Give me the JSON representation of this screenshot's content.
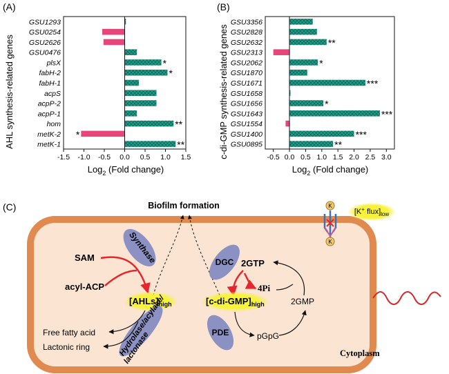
{
  "colors": {
    "up": "#1e9e8a",
    "down": "#e8457a",
    "hatch": "#0d5a4e",
    "cell": "#e08a4f",
    "cell_inner": "#fbe4d2",
    "enzyme": "#8c91c4",
    "highlight": "#f7f23a",
    "arrow_red": "#e5262b",
    "wave": "#d8262b"
  },
  "panel_a": {
    "label": "(A)",
    "ylabel": "AHL synthesis-related genes",
    "xlabel_base": "Log",
    "xlabel_sub": "2",
    "xlabel_rest": " (Fold change)"
  },
  "panel_b": {
    "label": "(B)",
    "ylabel": "c-di-GMP synthesis-related genes",
    "xlabel_base": "Log",
    "xlabel_sub": "2",
    "xlabel_rest": " (Fold change)"
  },
  "chart_data": [
    {
      "type": "bar",
      "orientation": "horizontal",
      "categories": [
        "GSU1293",
        "GSU0254",
        "GSU2626",
        "GSU0476",
        "plsX",
        "fabH-2",
        "fabH-1",
        "acpS",
        "acpP-2",
        "acpP-1",
        "hom",
        "metK-2",
        "metK-1"
      ],
      "values": [
        0.03,
        -0.55,
        -0.52,
        0.3,
        0.9,
        1.05,
        0.35,
        0.78,
        0.78,
        0.3,
        1.2,
        -1.07,
        1.25
      ],
      "significance": [
        "",
        "",
        "",
        "",
        "*",
        "*",
        "",
        "",
        "",
        "",
        "**",
        "*",
        "**"
      ],
      "xlim": [
        -1.5,
        1.5
      ],
      "xticks": [
        "-1.5",
        "-1.0",
        "-0.5",
        "0.0",
        "0.5",
        "1.0",
        "1.5"
      ],
      "xlabel": "Log2 (Fold change)",
      "ylabel": "AHL synthesis-related genes"
    },
    {
      "type": "bar",
      "orientation": "horizontal",
      "categories": [
        "GSU3356",
        "GSU2828",
        "GSU2632",
        "GSU2313",
        "GSU2062",
        "GSU1870",
        "GSU1671",
        "GSU1658",
        "GSU1656",
        "GSU1643",
        "GSU1554",
        "GSU1400",
        "GSU0895"
      ],
      "values": [
        0.72,
        0.85,
        1.15,
        -0.5,
        0.88,
        0.55,
        2.35,
        0.03,
        1.05,
        2.8,
        -0.12,
        2.0,
        1.35
      ],
      "significance": [
        "",
        "",
        "**",
        "",
        "*",
        "",
        "***",
        "",
        "*",
        "***",
        "",
        "***",
        "**"
      ],
      "xlim": [
        -0.75,
        3.25
      ],
      "xticks": [
        "-0.5",
        "0.0",
        "0.5",
        "1.0",
        "1.5",
        "2.0",
        "2.5",
        "3.0"
      ],
      "xlabel": "Log2 (Fold change)",
      "ylabel": "c-di-GMP synthesis-related genes"
    }
  ],
  "diagram": {
    "panel_label": "(C)",
    "biofilm": "Biofilm formation",
    "sam": "SAM",
    "acyl_acp": "acyl-ACP",
    "synthase": "Synthase",
    "ahls": "[AHLs]",
    "ahls_sub": "high",
    "hydrolase": "Hydrolase/acylase/",
    "lactonase": "lactonase",
    "free_fatty_acid": "Free fatty acid",
    "lactonic_ring": "Lactonic ring",
    "dgc": "DGC",
    "gtp": "2GTP",
    "pi": "4Pi",
    "cdigmp": "[c-di-GMP]",
    "cdigmp_sub": "high",
    "pde": "PDE",
    "gmp": "2GMP",
    "pgpg": "pGpG",
    "cytoplasm": "Cytoplasm",
    "k_ion": "K",
    "k_flux": "[K",
    "k_flux_sup": "+",
    "k_flux_rest": " flux]",
    "k_flux_sub": "low"
  }
}
